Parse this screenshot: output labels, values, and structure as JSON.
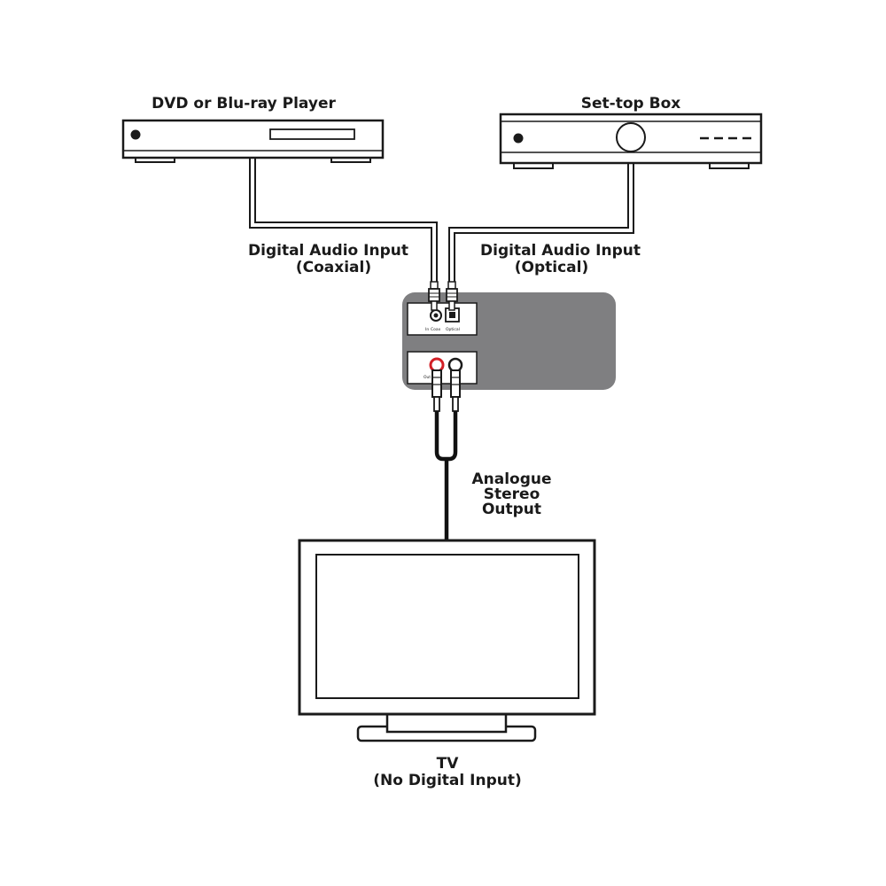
{
  "devices": {
    "dvd": {
      "label": "DVD or Blu-ray Player"
    },
    "settop": {
      "label": "Set-top Box"
    },
    "tv": {
      "label": "TV",
      "sublabel": "(No Digital Input)"
    }
  },
  "connections": {
    "coaxial": {
      "label": "Digital Audio Input",
      "sublabel": "(Coaxial)"
    },
    "optical": {
      "label": "Digital Audio Input",
      "sublabel": "(Optical)"
    },
    "analogue": {
      "line1": "Analogue",
      "line2": "Stereo",
      "line3": "Output"
    }
  },
  "converter": {
    "input_panel": {
      "in_label": "In",
      "coax_label": "Coax",
      "optical_label": "Optical"
    },
    "output_panel": {
      "out_label": "Out"
    }
  },
  "colors": {
    "converter_body": "#7f7f81",
    "rca_red": "#d21f26",
    "cable_dark": "#111111",
    "outline": "#1a1a1a"
  },
  "icons": [
    "dvd-player-icon",
    "set-top-box-icon",
    "converter-box-icon",
    "tv-icon",
    "rca-plug-icon",
    "optical-plug-icon",
    "coaxial-plug-icon"
  ]
}
